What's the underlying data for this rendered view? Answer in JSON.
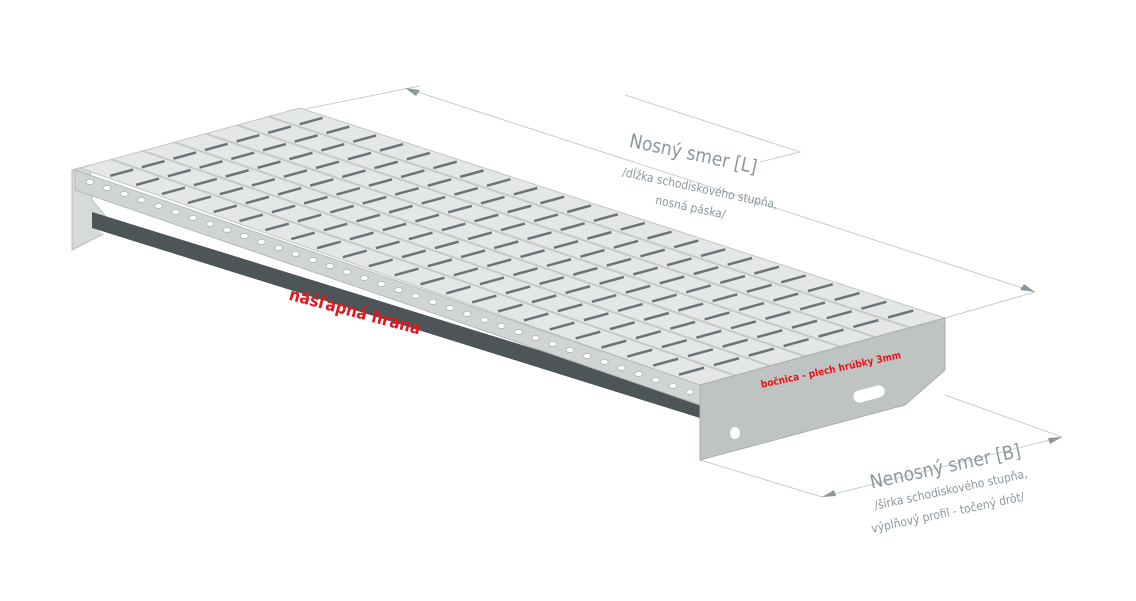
{
  "labels": {
    "load_direction_title": "Nosný smer [L]",
    "load_direction_desc_1": "/dĺžka schodiskového stupňa,",
    "load_direction_desc_2": "nosná páska/",
    "nonload_direction_title": "Nenosný smer [B]",
    "nonload_direction_desc_1": "/šírka schodiskového stupňa,",
    "nonload_direction_desc_2": "výplňový profil - točený drôt/",
    "front_edge": "nášľapná hrana",
    "side_plate": "bočnica - plech hrúbky 3mm"
  },
  "colors": {
    "annotation_gray": "#8c979d",
    "annotation_red": "#e8141b",
    "steel_light": "#dfe2e0",
    "steel_mid": "#c9cdcb",
    "steel_dark": "#5d6468"
  }
}
